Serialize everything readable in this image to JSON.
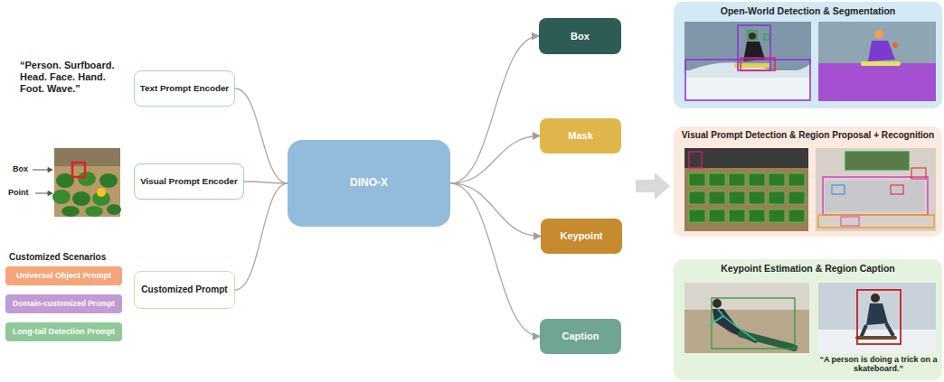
{
  "diagram": {
    "nodes": [
      {
        "text": [
          "Text Prompt Encoder"
        ]
      },
      {
        "text": [
          "Visual Prompt Encoder"
        ]
      },
      {
        "text": [
          "Universal Object Prompt"
        ]
      },
      {
        "text": [
          "Domain-customized Prompt"
        ]
      },
      {
        "text": [
          "Long-tail Detection Prompt"
        ]
      },
      {
        "text": [
          "Customized Prompt"
        ]
      },
      {
        "text": [
          "DINO-X"
        ]
      },
      {
        "text": [
          "Box"
        ]
      },
      {
        "text": [
          "Mask"
        ]
      },
      {
        "text": [
          "Keypoint"
        ]
      },
      {
        "text": [
          "Caption"
        ]
      },
      {
        "text": [
          "Open-World Detection & Segmentation"
        ]
      },
      {
        "text": [
          "Visual Prompt Detection & Region Proposal + Recognition"
        ]
      },
      {
        "text": [
          "Keypoint Estimation & Region Caption",
          "“A person is doing a trick on a skateboard.”"
        ]
      }
    ],
    "edges": [
      {
        "from": 0,
        "to": 6,
        "arrow": "none"
      },
      {
        "from": 1,
        "to": 6,
        "arrow": "none"
      },
      {
        "from": 5,
        "to": 6,
        "arrow": "none"
      },
      {
        "from": 6,
        "to": 7,
        "arrow": "to"
      },
      {
        "from": 6,
        "to": 8,
        "arrow": "to"
      },
      {
        "from": 6,
        "to": 9,
        "arrow": "to"
      },
      {
        "from": 6,
        "to": 10,
        "arrow": "to"
      }
    ],
    "labels": [
      "“Person. Surfboard. Head. Face. Hand. Foot. Wave.”",
      "Box",
      "Point",
      "Customized Scenarios"
    ]
  }
}
